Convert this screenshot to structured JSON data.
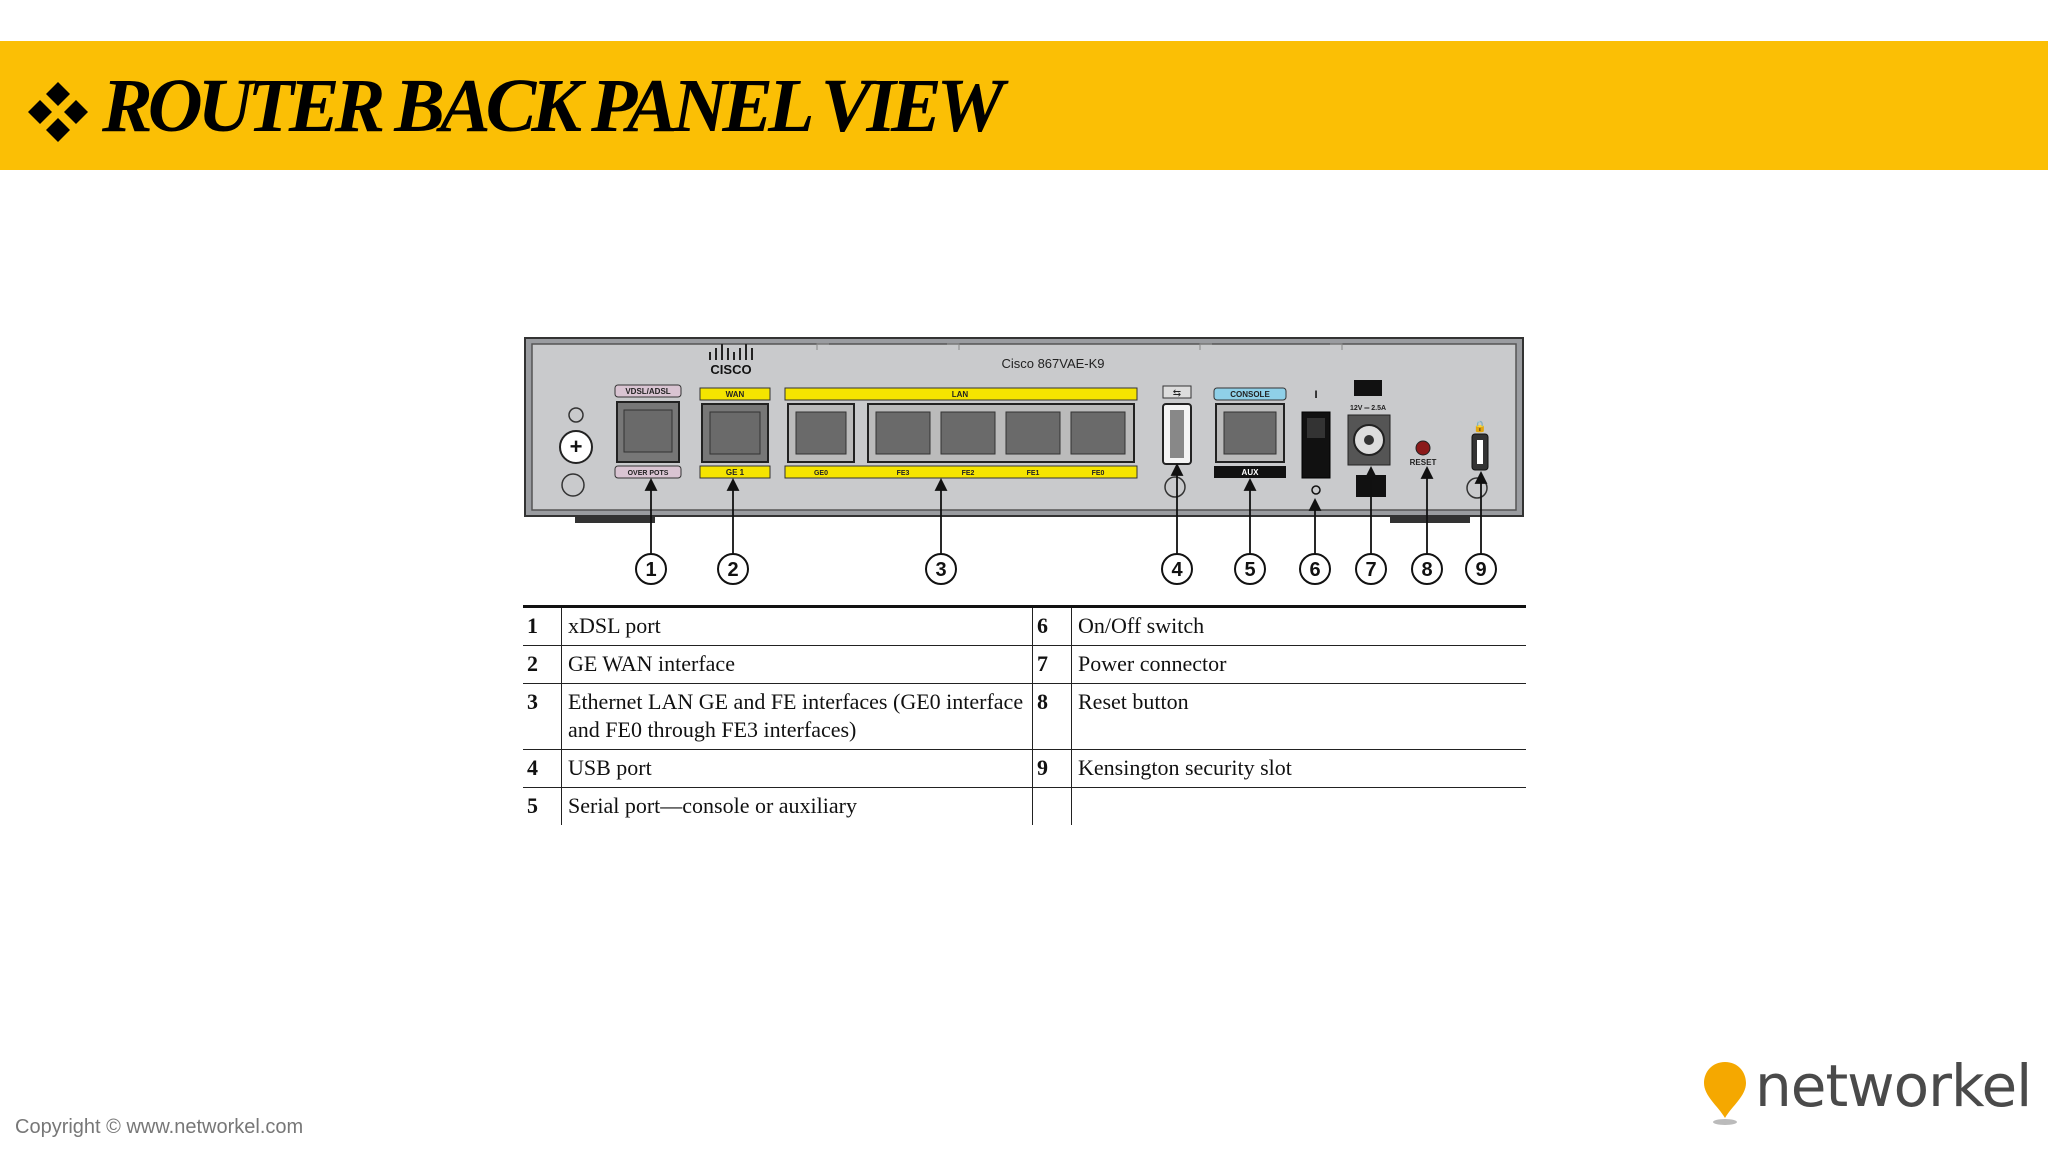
{
  "slide": {
    "title": "ROUTER BACK PANEL VIEW",
    "copyright": "Copyright © www.networkel.com",
    "brand": "networkel",
    "colors": {
      "title_bar": "#fbbf05",
      "brand_pin": "#f5a800"
    }
  },
  "device": {
    "model": "Cisco 867VAE-K9",
    "logo_text": "CISCO",
    "port_labels": {
      "vdsl": "VDSL/ADSL",
      "over_pots": "OVER POTS",
      "wan": "WAN",
      "ge1": "GE 1",
      "lan": "LAN",
      "ge0": "GE0",
      "fe3": "FE3",
      "fe2": "FE2",
      "fe1": "FE1",
      "fe0": "FE0",
      "console": "CONSOLE",
      "aux": "AUX",
      "power_rating": "12V ═ 2.5A",
      "reset": "RESET",
      "switch_on": "I"
    },
    "callouts": [
      "1",
      "2",
      "3",
      "4",
      "5",
      "6",
      "7",
      "8",
      "9"
    ]
  },
  "parts_table": [
    {
      "n1": "1",
      "d1": "xDSL port",
      "n2": "6",
      "d2": "On/Off switch"
    },
    {
      "n1": "2",
      "d1": "GE WAN interface",
      "n2": "7",
      "d2": "Power connector"
    },
    {
      "n1": "3",
      "d1": "Ethernet LAN GE and FE interfaces (GE0 interface and FE0 through FE3 interfaces)",
      "n2": "8",
      "d2": "Reset button"
    },
    {
      "n1": "4",
      "d1": "USB port",
      "n2": "9",
      "d2": "Kensington security slot"
    },
    {
      "n1": "5",
      "d1": "Serial port—console or auxiliary",
      "n2": "",
      "d2": ""
    }
  ]
}
